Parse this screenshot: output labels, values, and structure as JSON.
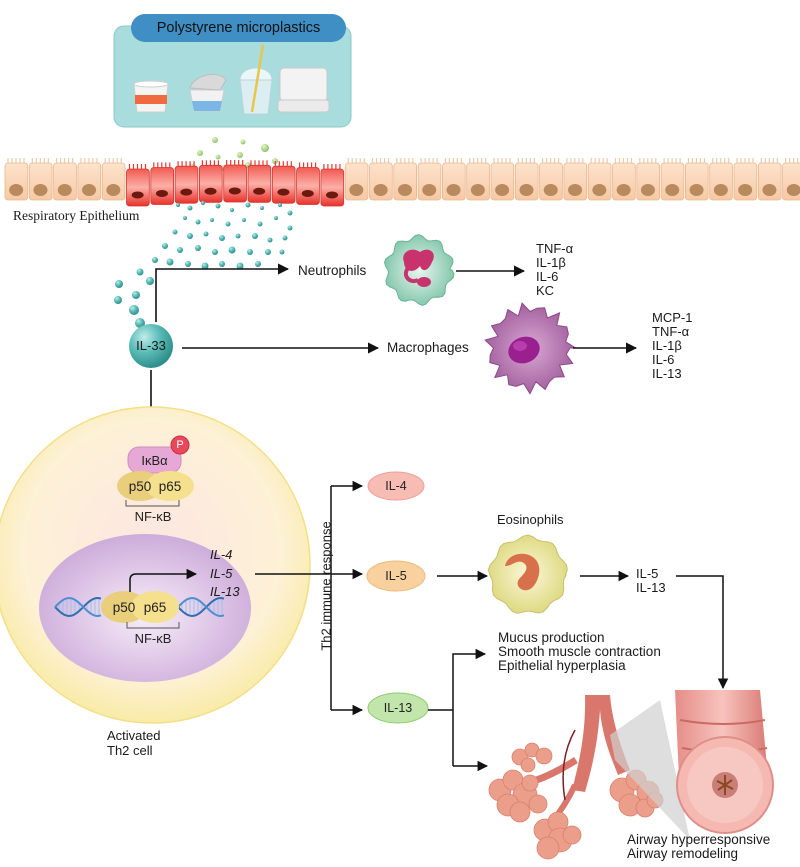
{
  "source_box": {
    "title": "Polystyrene microplastics",
    "items": [
      "cup-icon",
      "yogurt-cup-icon",
      "drink-cup-with-straw-icon",
      "takeout-box-icon"
    ]
  },
  "epithelium": {
    "label": "Respiratory Epithelium"
  },
  "il33": {
    "label": "IL-33"
  },
  "neutrophils": {
    "label": "Neutrophils",
    "outputs": [
      "TNF-α",
      "IL-1β",
      "IL-6",
      "KC"
    ]
  },
  "macrophages": {
    "label": "Macrophages",
    "outputs": [
      "MCP-1",
      "TNF-α",
      "IL-1β",
      "IL-6",
      "IL-13"
    ]
  },
  "th2_cell": {
    "ikba": "IκBα",
    "phospho": "P",
    "p50": "p50",
    "p65": "p65",
    "nfkb": "NF-κB",
    "nuclear_p50": "p50",
    "nuclear_p65": "p65",
    "nuclear_nfkb": "NF-κB",
    "genes": [
      "IL-4",
      "IL-5",
      "IL-13"
    ],
    "caption_line1": "Activated",
    "caption_line2": "Th2 cell"
  },
  "th2_response": {
    "label": "Th2 immune response",
    "cytokines": [
      {
        "label": "IL-4",
        "color": "#f6b8b0"
      },
      {
        "label": "IL-5",
        "color": "#f8cf9c"
      },
      {
        "label": "IL-13",
        "color": "#bfe3a8"
      }
    ]
  },
  "eosinophils": {
    "label": "Eosinophils",
    "outputs": [
      "IL-5",
      "IL-13"
    ]
  },
  "il13_effects": [
    "Mucus production",
    "Smooth muscle contraction",
    "Epithelial hyperplasia"
  ],
  "airway": {
    "outcomes": [
      "Airway hyperresponsive",
      "Airway remodeling"
    ]
  },
  "colors": {
    "source_box_bg": "#a8dcdc",
    "source_title_bg": "#3d8fc4",
    "healthy_cell": "#fbd7b8",
    "inflamed_cell": "#ef4a45",
    "il33_teal": "#4fb3b0",
    "neutrophil": "#8fcfb2",
    "macrophage": "#b06aa8",
    "th2_outer": "#fbf1b8",
    "nucleus": "#d4b3de",
    "eosinophil": "#e6e39a",
    "lung": "#eb9c88"
  }
}
